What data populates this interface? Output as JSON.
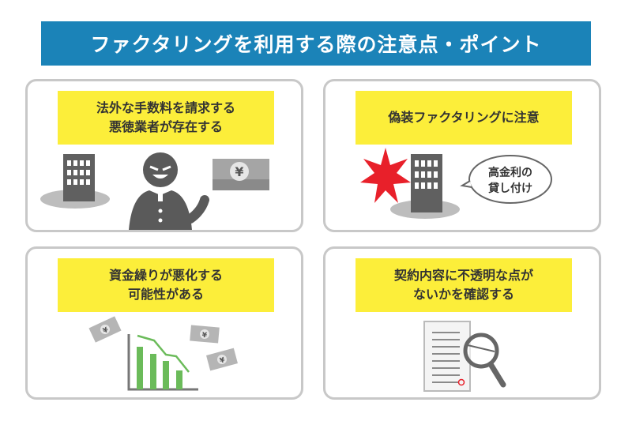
{
  "title": "ファクタリングを利用する際の注意点・ポイント",
  "cards": [
    {
      "lines": [
        "法外な手数料を請求する",
        "悪徳業者が存在する"
      ],
      "icons": [
        "building-icon",
        "villain-icon",
        "yen-bills-icon"
      ]
    },
    {
      "lines": [
        "偽装ファクタリングに注意"
      ],
      "bubble": [
        "高金利の",
        "貸し付け"
      ],
      "icons": [
        "alert-burst-icon",
        "building-icon",
        "speech-bubble-icon"
      ]
    },
    {
      "lines": [
        "資金繰りが悪化する",
        "可能性がある"
      ],
      "icons": [
        "declining-chart-icon",
        "yen-bill-icon"
      ]
    },
    {
      "lines": [
        "契約内容に不透明な点が",
        "ないかを確認する"
      ],
      "icons": [
        "document-icon",
        "magnifier-icon"
      ]
    }
  ],
  "yen_symbol": "¥",
  "colors": {
    "title_bg": "#1b83b8",
    "label_bg": "#fcee3a",
    "chart_green": "#6bbb5a",
    "alert_red": "#e8202a"
  }
}
